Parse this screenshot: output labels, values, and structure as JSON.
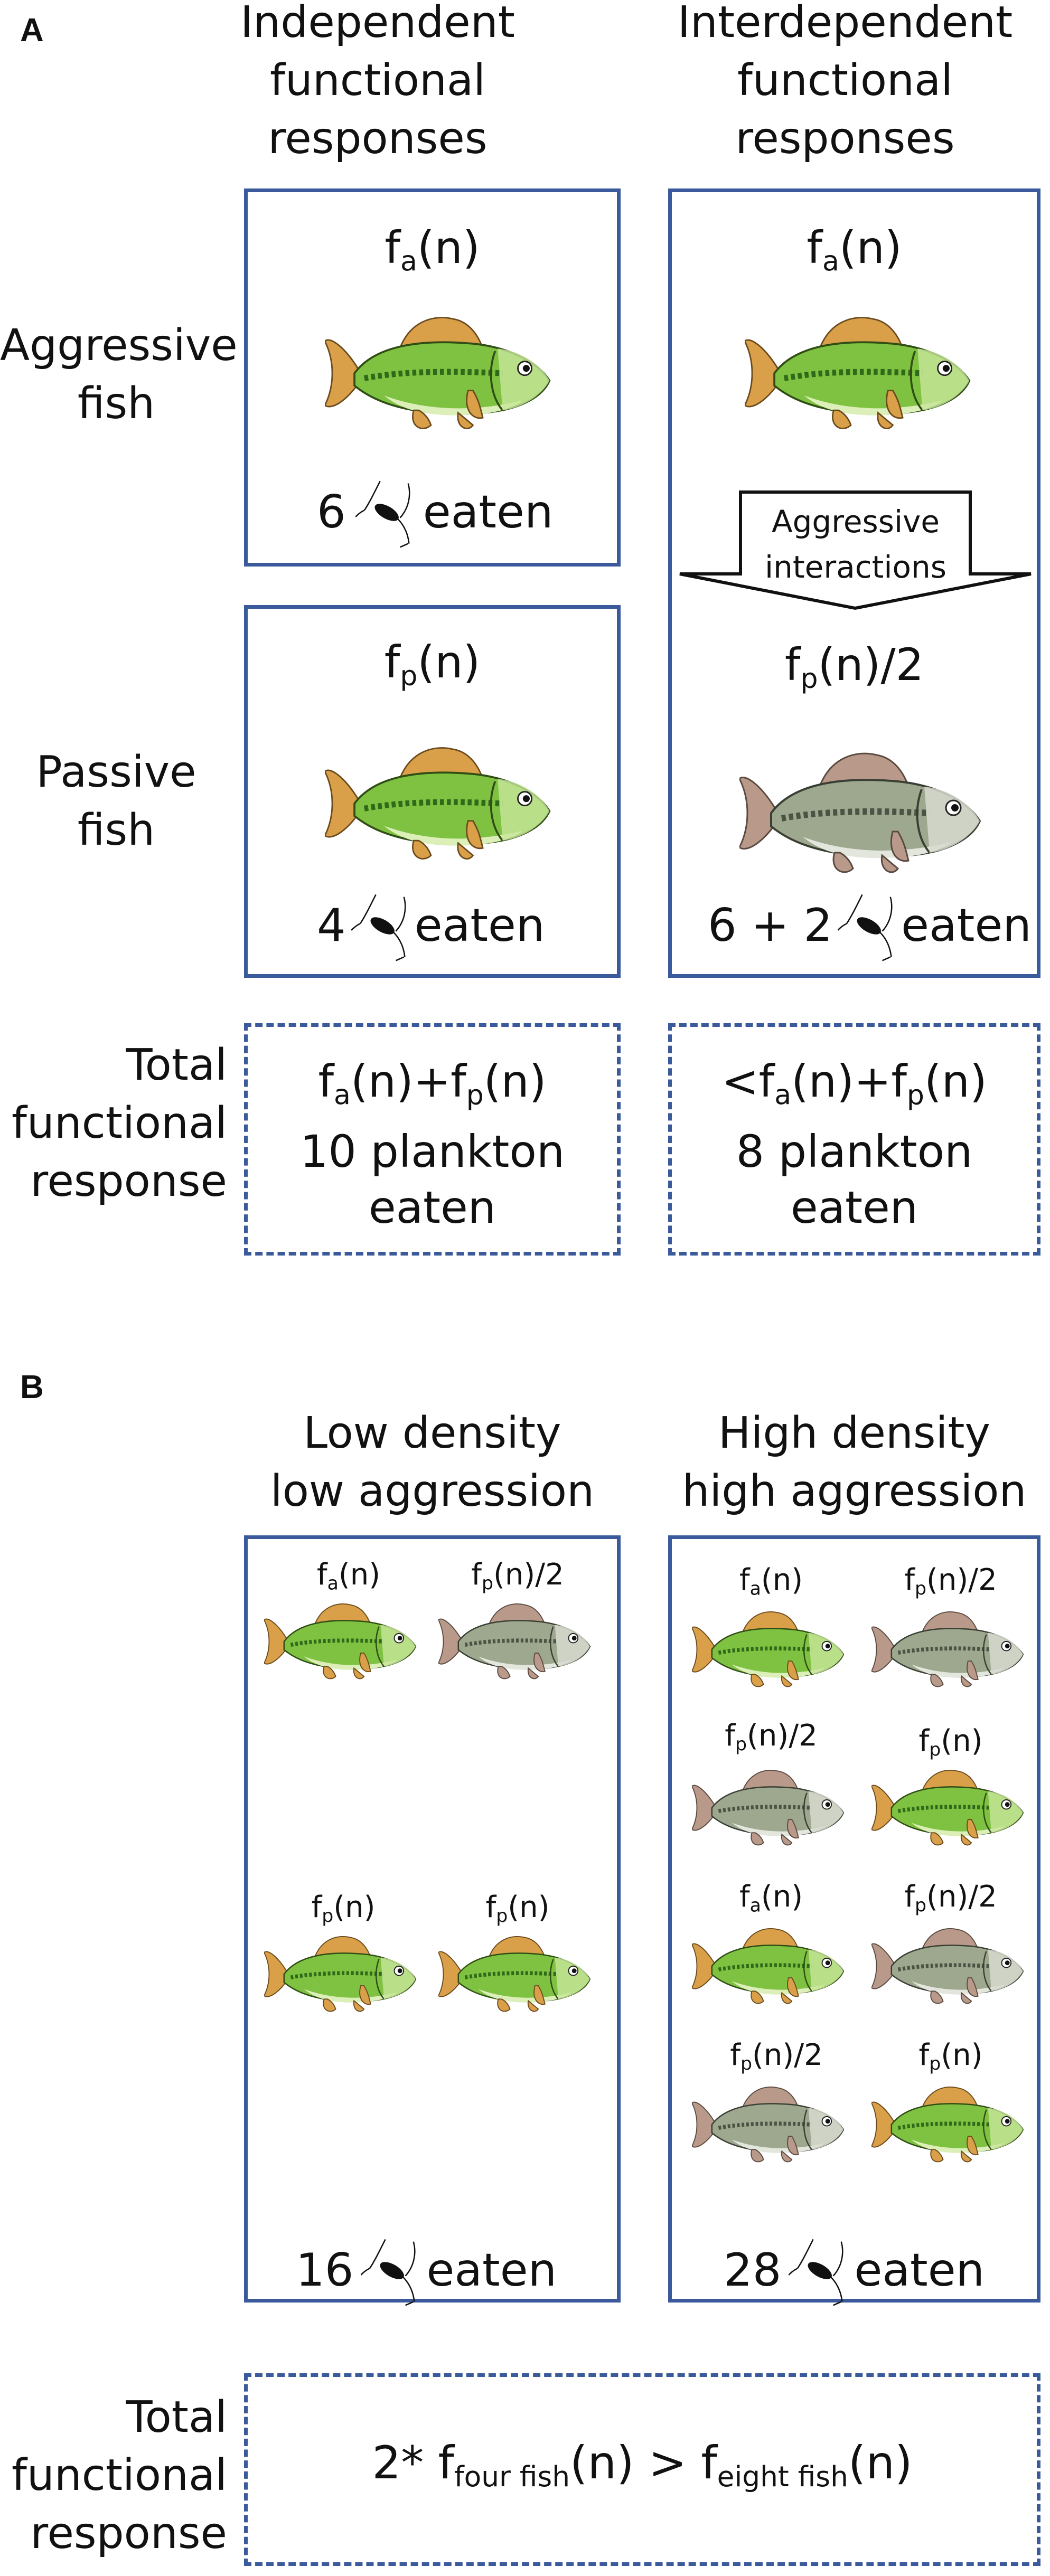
{
  "panel_a": {
    "letter": "A",
    "col1_title": [
      "Independent",
      "functional",
      "responses"
    ],
    "col2_title": [
      "Interdependent",
      "functional",
      "responses"
    ],
    "row_aggressive": [
      "Aggressive",
      "fish"
    ],
    "row_passive": [
      "Passive",
      "fish"
    ],
    "row_total": [
      "Total",
      "functional",
      "response"
    ],
    "f_base": "f",
    "sub_a": "a",
    "sub_p": "p",
    "arg_n": "(n)",
    "half": "/2",
    "plus": "+",
    "lt": "<",
    "eaten": "eaten",
    "ind_aggr_count": "6",
    "ind_pass_count": "4",
    "int_pass_count": "6 + 2",
    "arrow_text": [
      "Aggressive",
      "interactions"
    ],
    "total_ind_count": [
      "10 plankton",
      "eaten"
    ],
    "total_int_count": [
      "8 plankton",
      "eaten"
    ]
  },
  "panel_b": {
    "letter": "B",
    "col1_title": [
      "Low density",
      "low aggression"
    ],
    "col2_title": [
      "High density",
      "high aggression"
    ],
    "low_count": "16",
    "high_count": "28",
    "eaten": "eaten",
    "total_label": [
      "Total",
      "functional",
      "response"
    ],
    "eq_prefix": "2* ",
    "sub_four": "four fish",
    "sub_eight": "eight fish",
    "eq_gt": " > ",
    "arg_n": "(n)"
  },
  "colors": {
    "box_border": "#3a5a9b",
    "fish_green": "#7fc241",
    "fish_fin_orange": "#d9a049",
    "fish_grey": "#9ea88f",
    "fish_grey_fin": "#b99a8a"
  },
  "icons": [
    "aggressive-fish-icon",
    "passive-fish-icon",
    "plankton-icon",
    "down-arrow-icon"
  ]
}
